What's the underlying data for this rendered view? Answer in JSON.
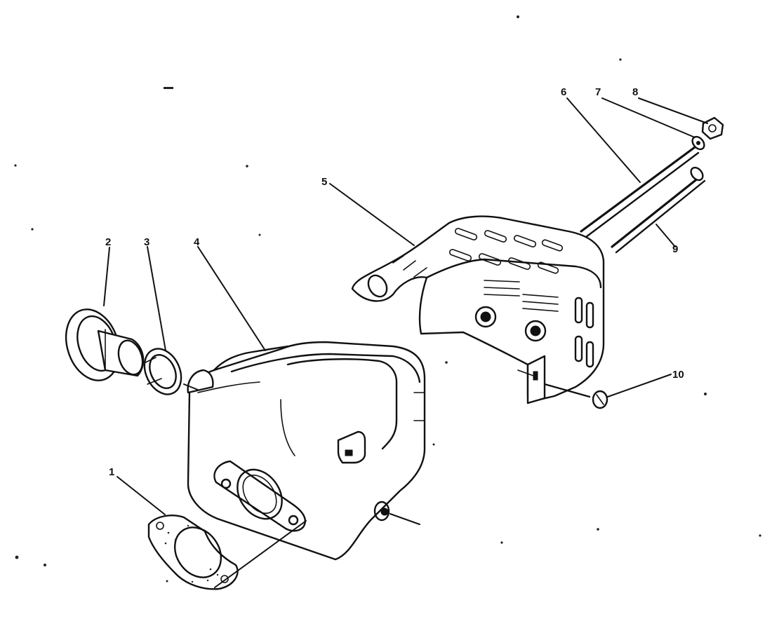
{
  "diagram": {
    "callouts": [
      {
        "id": "1",
        "label": "1"
      },
      {
        "id": "2",
        "label": "2"
      },
      {
        "id": "3",
        "label": "3"
      },
      {
        "id": "4",
        "label": "4"
      },
      {
        "id": "5",
        "label": "5"
      },
      {
        "id": "6",
        "label": "6"
      },
      {
        "id": "7",
        "label": "7"
      },
      {
        "id": "8",
        "label": "8"
      },
      {
        "id": "9",
        "label": "9"
      },
      {
        "id": "10",
        "label": "10"
      }
    ],
    "colors": {
      "ink": "#111111",
      "paper": "#ffffff"
    }
  }
}
